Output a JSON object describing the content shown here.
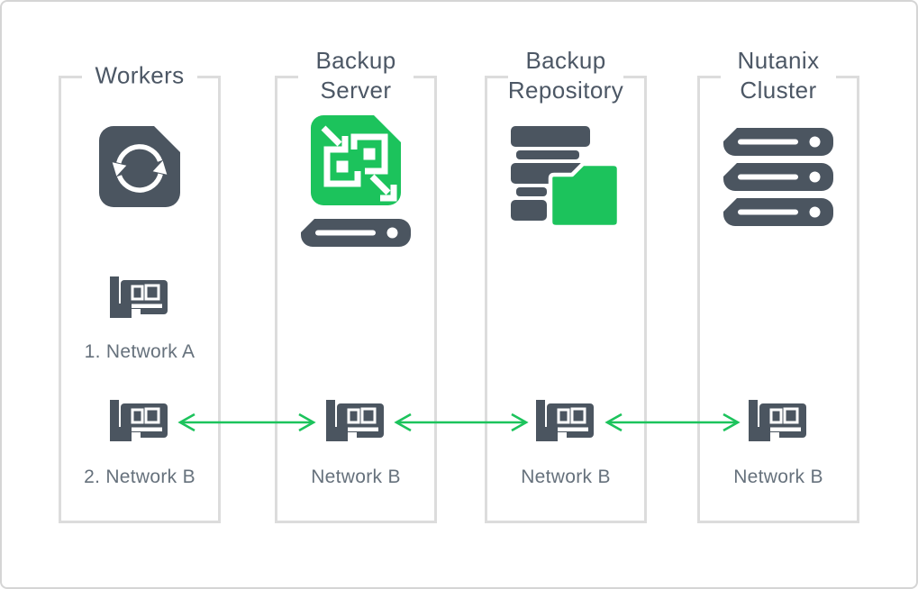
{
  "diagram": {
    "columns": [
      {
        "name": "Workers",
        "title_line1": "Workers",
        "title_line2": "",
        "main_icon": "vm-sync-icon",
        "nic_a": {
          "icon": "network-adapter-icon",
          "label": "1. Network A"
        },
        "nic_b": {
          "icon": "network-adapter-icon",
          "label": "2. Network B"
        }
      },
      {
        "name": "Backup Server",
        "title_line1": "Backup",
        "title_line2": "Server",
        "main_icon": "backup-server-icon",
        "nic_b": {
          "icon": "network-adapter-icon",
          "label": "Network B"
        }
      },
      {
        "name": "Backup Repository",
        "title_line1": "Backup",
        "title_line2": "Repository",
        "main_icon": "backup-repository-icon",
        "nic_b": {
          "icon": "network-adapter-icon",
          "label": "Network B"
        }
      },
      {
        "name": "Nutanix Cluster",
        "title_line1": "Nutanix",
        "title_line2": "Cluster",
        "main_icon": "nutanix-cluster-icon",
        "nic_b": {
          "icon": "network-adapter-icon",
          "label": "Network B"
        }
      }
    ],
    "connections": [
      {
        "from": "Workers / 2. Network B",
        "to": "Backup Server / Network B",
        "style": "double-headed-arrow"
      },
      {
        "from": "Backup Server / Network B",
        "to": "Backup Repository / Network B",
        "style": "double-headed-arrow"
      },
      {
        "from": "Backup Repository / Network B",
        "to": "Nutanix Cluster / Network B",
        "style": "double-headed-arrow"
      }
    ],
    "colors": {
      "dark_slate": "#4B5560",
      "accent_green": "#1CC35C",
      "box_border": "#DCDCDC",
      "frame_border": "#D5D5D5",
      "title_text": "#4C5765",
      "label_text": "#66717C",
      "background": "#FFFFFF"
    }
  }
}
